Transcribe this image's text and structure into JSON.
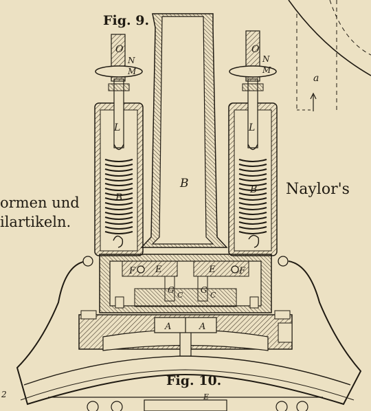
{
  "figure_top": {
    "caption": "Fig. 9."
  },
  "figure_bottom": {
    "caption": "Fig. 10."
  },
  "side_text": {
    "left_line1": "ormen und",
    "left_line2": "ilartikeln.",
    "right_word": "Naylor's"
  },
  "parts": {
    "O": "O",
    "N": "N",
    "M": "M",
    "L": "L",
    "B": "B",
    "E": "E",
    "F": "F",
    "G": "G",
    "C": "C",
    "A": "A",
    "a": "a"
  },
  "margin_mark": "2",
  "colors": {
    "paper": "#ece1c3",
    "ink": "#1f1a12",
    "hatch": "#3a3022"
  }
}
